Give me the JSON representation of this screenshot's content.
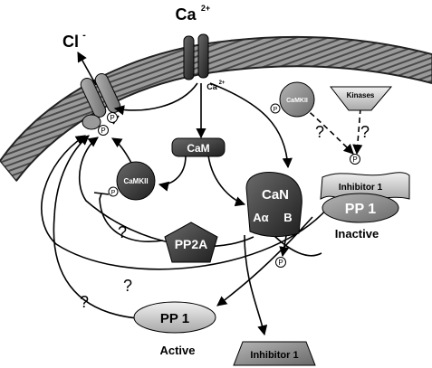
{
  "labels": {
    "ca_main": "Ca",
    "ca_main_sup": "2+",
    "ca_small": "Ca",
    "ca_small_sup": "2+",
    "cl": "Cl",
    "cl_sup": "-",
    "cam": "CaM",
    "camkii_left": "CaMKII",
    "camkii_right": "CaMKII",
    "kinases": "Kinases",
    "can_top": "CaN",
    "can_a": "Aα",
    "can_b": "B",
    "pp2a": "PP2A",
    "inhibitor1_bound": "Inhibitor 1",
    "pp1_bound": "PP 1",
    "inactive": "Inactive",
    "pp1_free": "PP 1",
    "active": "Active",
    "inhibitor1_free": "Inhibitor 1",
    "phospho": "P",
    "question": "?"
  },
  "colors": {
    "membrane_dark": "#3a3a3a",
    "membrane_light": "#bdbdbd",
    "node_dark": "#333333",
    "node_mid": "#8a8a8a",
    "node_light": "#d6d6d6"
  }
}
